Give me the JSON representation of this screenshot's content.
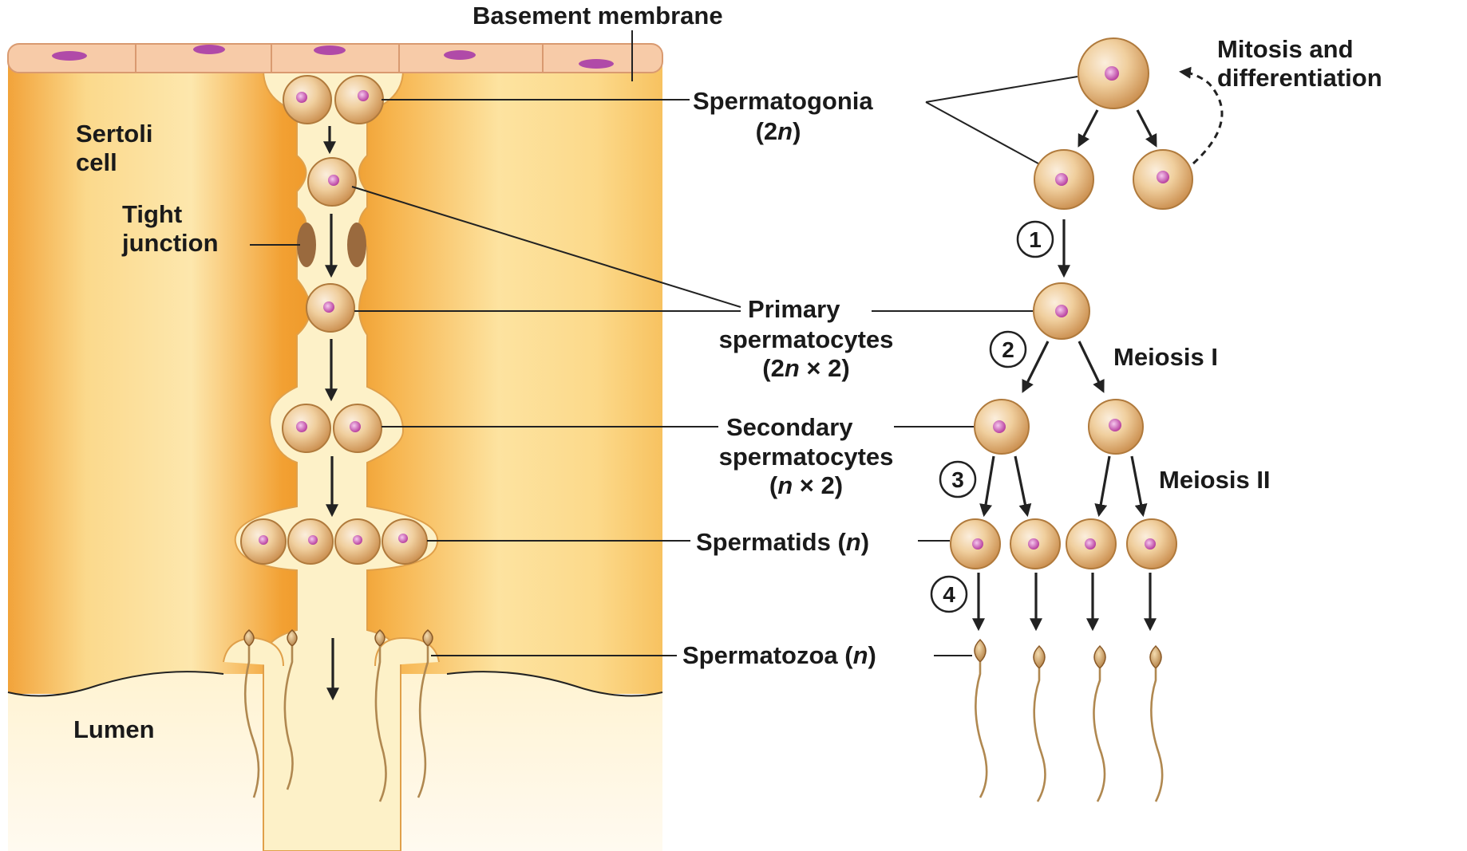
{
  "labels": {
    "basement_membrane": "Basement membrane",
    "sertoli_cell": [
      "Sertoli",
      "cell"
    ],
    "tight_junction": [
      "Tight",
      "junction"
    ],
    "lumen": "Lumen",
    "mitosis": [
      "Mitosis and",
      "differentiation"
    ],
    "spermatogonia": "Spermatogonia",
    "spermatogonia_ploidy": {
      "pre": "(2",
      "it": "n",
      "post": ")"
    },
    "primary": [
      "Primary",
      "spermatocytes"
    ],
    "primary_ploidy": {
      "pre": "(2",
      "it": "n",
      "post": " × 2)"
    },
    "secondary": [
      "Secondary",
      "spermatocytes"
    ],
    "secondary_ploidy": {
      "pre": "(",
      "it": "n",
      "post": " × 2)"
    },
    "spermatids": {
      "pre": "Spermatids (",
      "it": "n",
      "post": ")"
    },
    "spermatozoa": {
      "pre": "Spermatozoa (",
      "it": "n",
      "post": ")"
    },
    "meiosis_1": "Meiosis I",
    "meiosis_2": "Meiosis II"
  },
  "steps": [
    "1",
    "2",
    "3",
    "4"
  ],
  "colors": {
    "sertoli_deep": "#f0a030",
    "sertoli_light": "#fde6a8",
    "lumen": "#fff6dc",
    "cell_light": "#f6ddb4",
    "cell_dark": "#c88a48",
    "nucleus": "#c04ab0",
    "membrane": "#f7c7a0",
    "membrane_nucleus": "#b04aa8"
  }
}
